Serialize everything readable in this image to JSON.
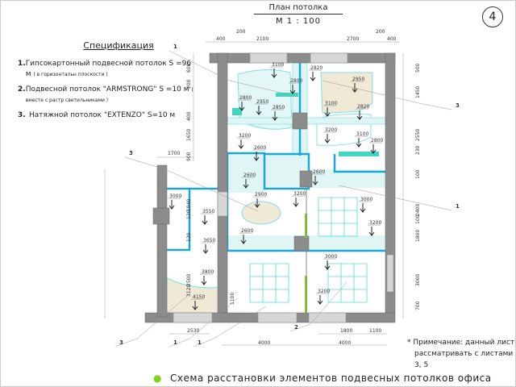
{
  "title": {
    "line1": "План  потолка",
    "line2": "М  1 : 100"
  },
  "sheet_number": "4",
  "specification": {
    "title": "Спецификация",
    "items": [
      {
        "num": "1.",
        "text": "Гипсокартонный  подвесной потолок  S =96 м",
        "note": "( в горизонтальн плоскости )"
      },
      {
        "num": "2.",
        "text": "Подвесной  потолок \"ARMSTRONG\" S =10 м",
        "note": "( вместе с растр светильниками )"
      },
      {
        "num": "3.",
        "text": "Натяжной  потолок \"EXTENZO\" S=10 м",
        "note": ""
      }
    ]
  },
  "note": {
    "star": "*",
    "lines": [
      "Примечание: данный  лист",
      "рассматривать с листами",
      "3,  5"
    ]
  },
  "footer": "Схема  расстановки  элементов  подвесных  потолков  офиса",
  "dimensions": {
    "top": [
      "400",
      "200",
      "2100",
      "2700",
      "200",
      "400"
    ],
    "right": [
      "500",
      "1450",
      "2550",
      "230",
      "100",
      "2400",
      "100",
      "1800",
      "3000",
      "700"
    ],
    "left": [
      "600",
      "200",
      "400",
      "1650",
      "900",
      "1940",
      "120",
      "120",
      "2500",
      "3120"
    ],
    "annex": [
      "1700"
    ],
    "bottom": [
      "1100",
      "2530",
      "4000",
      "4000",
      "1800",
      "1100"
    ]
  },
  "leaders": [
    "1",
    "3",
    "3",
    "1",
    "1",
    "3",
    "1",
    "2"
  ],
  "elevations": [
    "3100",
    "2820",
    "2800",
    "2800",
    "2950",
    "2850",
    "2950",
    "3100",
    "2820",
    "3200",
    "3100",
    "2800",
    "3200",
    "2600",
    "2600",
    "2600",
    "2900",
    "3200",
    "3000",
    "3550",
    "3000",
    "3200",
    "2600",
    "3650",
    "3000",
    "3800",
    "3200",
    "4150"
  ],
  "colors": {
    "wall": "#8c8c8c",
    "blue": "#1aa7d6",
    "cyan": "#7fe0e6",
    "fill": "#e0f6f5",
    "green": "#7ed321",
    "beige": "#efe9d6"
  }
}
